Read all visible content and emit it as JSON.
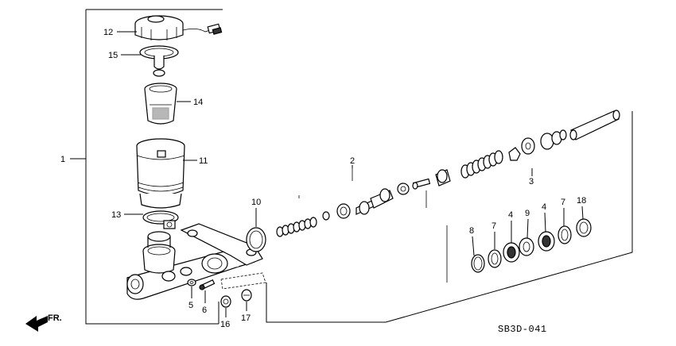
{
  "diagram_code": "SB3D-041",
  "direction_label": "FR.",
  "callouts": {
    "p1": "1",
    "p2": "2",
    "p3": "3",
    "p4a": "4",
    "p4b": "4",
    "p5": "5",
    "p6": "6",
    "p7a": "7",
    "p7b": "7",
    "p8": "8",
    "p9": "9",
    "p10": "10",
    "p11": "11",
    "p12": "12",
    "p13": "13",
    "p14": "14",
    "p15": "15",
    "p16": "16",
    "p17": "17",
    "p18": "18"
  },
  "icons": {
    "direction": "arrow-left-icon"
  }
}
